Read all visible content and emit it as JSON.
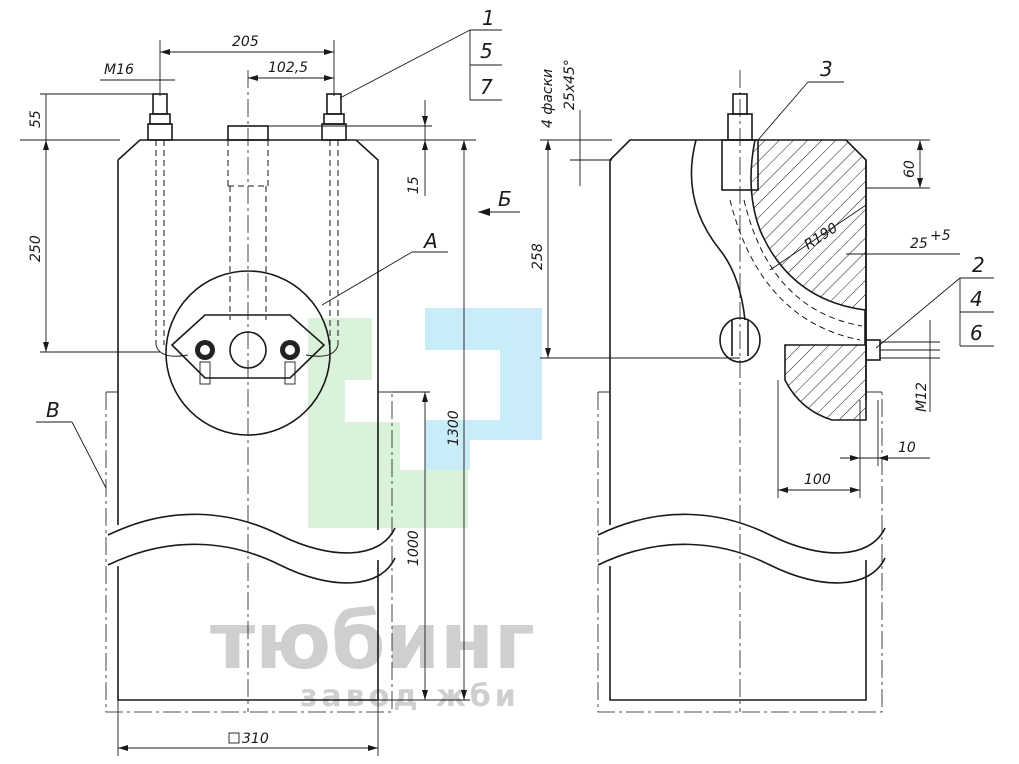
{
  "dimensions": {
    "thread_bolt": "M16",
    "bolt_spacing": "205",
    "half_spacing": "102,5",
    "bolt_height": "55",
    "top_offset": "15",
    "bolt_depth": "250",
    "total_height": "1300",
    "lower_height": "1000",
    "section_width": "310",
    "chamfer_note_1": "4 фаски",
    "chamfer_note_2": "25x45°",
    "right_height": "258",
    "right_top": "60",
    "radius": "R190",
    "tolerance_base": "25",
    "tolerance_sup": "+5",
    "thread_m12": "M12",
    "gap": "10",
    "reach": "100"
  },
  "callouts": {
    "item_1": "1",
    "item_5": "5",
    "item_7": "7",
    "item_2": "2",
    "item_4": "4",
    "item_6": "6",
    "item_3": "3",
    "view_A": "А",
    "view_B_arrow": "Б",
    "view_V": "В"
  },
  "watermark": {
    "title": "тюбинг",
    "subtitle": "завод жби",
    "colors": {
      "green": "#d3f0d3",
      "blue": "#bfe9f7",
      "gray": "#cfcfcf"
    }
  }
}
